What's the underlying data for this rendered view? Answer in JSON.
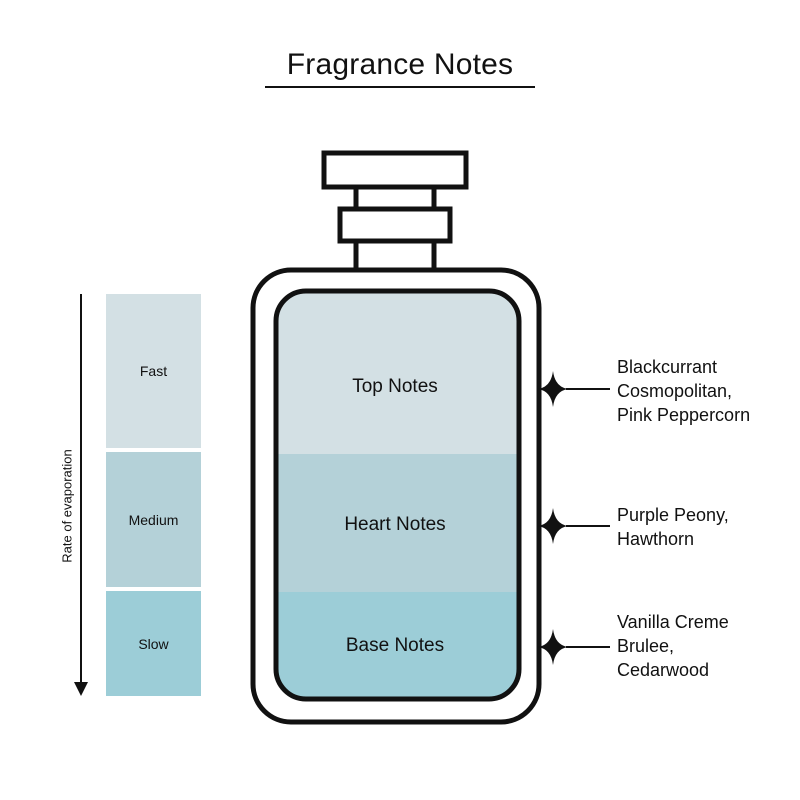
{
  "title": "Fragrance Notes",
  "evaporation": {
    "axis_label": "Rate of evaporation",
    "levels": [
      {
        "label": "Fast",
        "color": "#d3e0e4"
      },
      {
        "label": "Medium",
        "color": "#b4d1d8"
      },
      {
        "label": "Slow",
        "color": "#9ccdd7"
      }
    ]
  },
  "notes": [
    {
      "label": "Top Notes",
      "ingredients": "Blackcurrant\nCosmopolitan,\nPink Peppercorn",
      "color": "#d3e0e4"
    },
    {
      "label": "Heart Notes",
      "ingredients": "Purple Peony,\nHawthorn",
      "color": "#b4d1d8"
    },
    {
      "label": "Base Notes",
      "ingredients": "Vanilla Creme\nBrulee,\nCedarwood",
      "color": "#9ccdd7"
    }
  ],
  "outline_color": "#111111"
}
